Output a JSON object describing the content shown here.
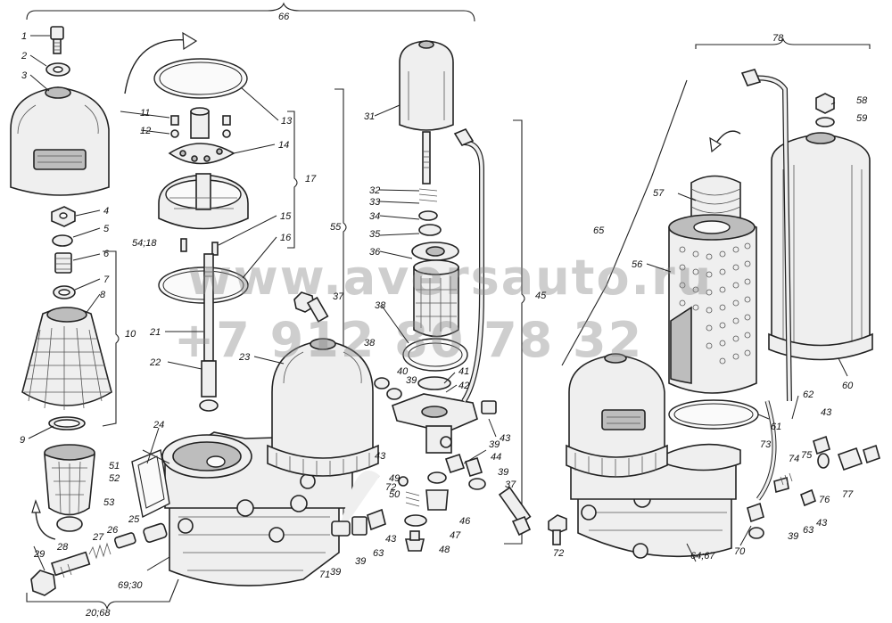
{
  "watermark": {
    "line1": "www.aversauto.ru",
    "line2": "+7 912 80 78 32"
  },
  "callouts": {
    "c1": "1",
    "c2": "2",
    "c3": "3",
    "c4": "4",
    "c5": "5",
    "c6": "6",
    "c7": "7",
    "c8": "8",
    "c9": "9",
    "c10": "10",
    "c11": "11",
    "c12": "12",
    "c13": "13",
    "c14": "14",
    "c15": "15",
    "c16": "16",
    "c17": "17",
    "c21": "21",
    "c22": "22",
    "c23": "23",
    "c24": "24",
    "c25": "25",
    "c26": "26",
    "c27": "27",
    "c28": "28",
    "c29": "29",
    "c31": "31",
    "c32": "32",
    "c33": "33",
    "c34": "34",
    "c35": "35",
    "c36": "36",
    "c37a": "37",
    "c37b": "37",
    "c38a": "38",
    "c38b": "38",
    "c39a": "39",
    "c39b": "39",
    "c39c": "39",
    "c39d": "39",
    "c39e": "39",
    "c39f": "39",
    "c40": "40",
    "c41": "41",
    "c42": "42",
    "c43a": "43",
    "c43b": "43",
    "c43c": "43",
    "c43d": "43",
    "c43e": "43",
    "c44": "44",
    "c45": "45",
    "c46": "46",
    "c47": "47",
    "c48": "48",
    "c49": "49",
    "c50": "50",
    "c51": "51",
    "c52": "52",
    "c53": "53",
    "c54_18": "54;18",
    "c55": "55",
    "c56": "56",
    "c57": "57",
    "c58": "58",
    "c59": "59",
    "c60": "60",
    "c61": "61",
    "c62": "62",
    "c63a": "63",
    "c63b": "63",
    "c64_67": "64;67",
    "c65": "65",
    "c66": "66",
    "c69_30": "69;30",
    "c70": "70",
    "c71": "71",
    "c72a": "72",
    "c72b": "72",
    "c73": "73",
    "c74": "74",
    "c75": "75",
    "c76": "76",
    "c77": "77",
    "c78": "78",
    "c20_68": "20;68"
  }
}
